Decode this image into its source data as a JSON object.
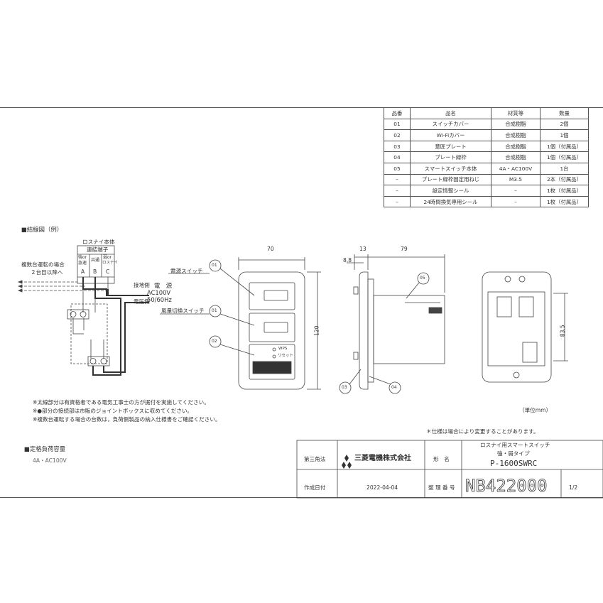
{
  "parts_table": {
    "headers": [
      "品番",
      "品名",
      "材質等",
      "数量"
    ],
    "rows": [
      [
        "01",
        "スイッチカバー",
        "合成樹脂",
        "2個"
      ],
      [
        "02",
        "Wi-Fiカバー",
        "合成樹脂",
        "1個"
      ],
      [
        "03",
        "意匠プレート",
        "合成樹脂",
        "1個（付属品）"
      ],
      [
        "04",
        "プレート緑枠",
        "合成樹脂",
        "1個（付属品）"
      ],
      [
        "05",
        "スマートスイッチ本体",
        "4A・AC100V",
        "1台"
      ],
      [
        "–",
        "プレート緑枠固定用ねじ",
        "M3.5",
        "2本（付属品）"
      ],
      [
        "–",
        "設定情報シール",
        "–",
        "1枚（付属品）"
      ],
      [
        "–",
        "24時間換気専用シール",
        "–",
        "1枚（付属品）"
      ]
    ]
  },
  "wiring": {
    "section_title": "■結線図（例）",
    "unit_label": "ロスナイ本体",
    "terminal_label": "連結端子",
    "term_a": "強or",
    "term_a2": "急速",
    "term_b": "共通",
    "term_c": "弱or",
    "term_c2": "ロスナイ",
    "letter_a": "A",
    "letter_b": "B",
    "letter_c": "C",
    "multi1": "複数台運転の場合",
    "multi2": "２台目以降へ",
    "ground_side": "接地側",
    "power": "電　源",
    "voltage": "AC100V",
    "freq": "50/60Hz",
    "live_side": "電圧側"
  },
  "front": {
    "dim_width": "70",
    "dim_height": "120",
    "label_power_switch": "電源スイッチ",
    "label_fan_switch": "風量切換スイッチ",
    "callout_01a": "01",
    "callout_01b": "01",
    "callout_02": "02",
    "wps": "WPS",
    "reset": "リセット"
  },
  "side": {
    "dim_13": "13",
    "dim_79": "79",
    "dim_88": "8.8",
    "callout_05": "05",
    "callout_03": "03",
    "callout_04": "04"
  },
  "back": {
    "dim_835": "83.5",
    "unit": "（単位mm）"
  },
  "notes": [
    "※太線部分は有資格者である電気工事士の方が据付を実施してください。",
    "※●部分の接続部は市販のジョイントボックスに収めてください。",
    "※複数台運転する場合の台数は，負荷側製品の納入仕様書をご確認ください。"
  ],
  "spec_notice": "＊仕様は場合により変更することがあります。",
  "rated": {
    "title": "■定格負荷容量",
    "value": "4A・AC100V"
  },
  "title_block": {
    "projection": "第三角法",
    "company": "三菱電機株式会社",
    "model_label": "形　名",
    "product1": "ロスナイ用スマートスイッチ",
    "product2": "強・弱タイプ",
    "model": "P-1600SWRC",
    "date_label": "作成日付",
    "date": "2022-04-04",
    "serial_label": "整 理 番 号",
    "serial": "NB422000",
    "page": "1/2"
  }
}
